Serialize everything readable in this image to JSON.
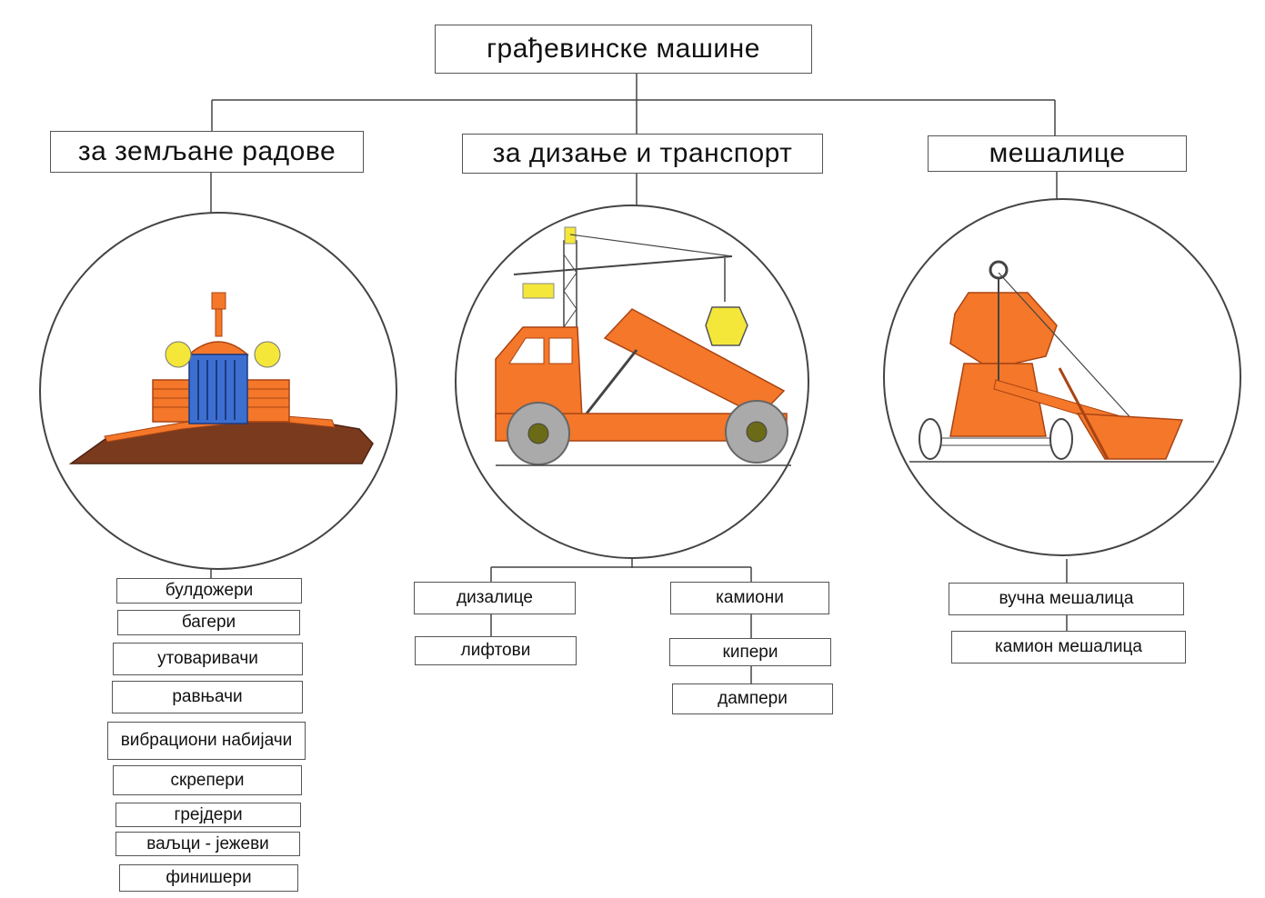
{
  "title": "грађевинске машине",
  "categories": [
    {
      "label": "за земљане радове",
      "items": [
        "булдожери",
        "багери",
        "утоваривачи",
        "равњачи",
        "вибрациони набијачи",
        "скрепери",
        "грејдери",
        "ваљци - јежеви",
        "финишери"
      ]
    },
    {
      "label": "за дизање и транспорт",
      "groups": [
        {
          "items": [
            "дизалице",
            "лифтови"
          ]
        },
        {
          "items": [
            "камиони",
            "кипери",
            "дампери"
          ]
        }
      ]
    },
    {
      "label": "мешалице",
      "items": [
        "вучна мешалица",
        "камион мешалица"
      ]
    }
  ],
  "colors": {
    "machine_orange": "#f4772a",
    "soil_brown": "#7a3a1e",
    "accent_yellow": "#f4e73a",
    "radiator_blue": "#3d6fd1",
    "line": "#444444"
  }
}
